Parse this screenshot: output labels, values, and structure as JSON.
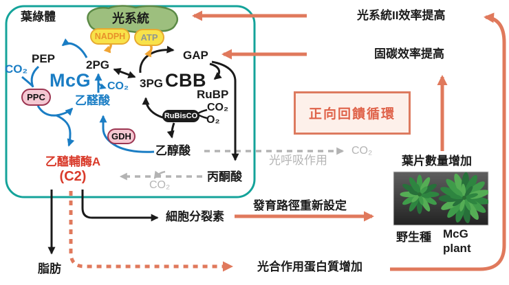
{
  "colors": {
    "teal_border": "#14a39a",
    "blue_cycle": "#1a7dc4",
    "salmon_accent": "#e0795c",
    "red_highlight": "#d93a2a",
    "gray_muted": "#b5b5b5",
    "photosystem_green": "#9dbf7e",
    "energy_yellow": "#f8e24a",
    "orange_arrow": "#f0a433",
    "enzyme_pink": "#f4c8d2"
  },
  "chloroplast": {
    "title": "葉綠體"
  },
  "photosystem": {
    "label": "光系統",
    "nadph": "NADPH",
    "atp": "ATP"
  },
  "mcg": {
    "title": "McG",
    "pep": "PEP",
    "co2_in": "CO₂",
    "ppc": "PPC",
    "p2g": "2PG",
    "co2_out": "CO₂",
    "glyoxylate": "乙醛酸",
    "gdh": "GDH",
    "acetyl_coa": "乙醯輔酶A",
    "c2": "(C2)",
    "fat": "脂肪",
    "cytokinin": "細胞分裂素"
  },
  "cbb": {
    "title": "CBB",
    "p3g": "3PG",
    "gap": "GAP",
    "rubp": "RuBP",
    "co2": "CO₂",
    "o2": "O₂",
    "rubisco": "RuBisCO",
    "glycolate": "乙醇酸",
    "pyruvate": "丙酮酸"
  },
  "photorespiration": {
    "label": "光呼吸作用",
    "co2_right": "CO₂",
    "co2_left": "CO₂"
  },
  "outcomes": {
    "psii_efficiency": "光系統II效率提高",
    "carbon_fixation": "固碳效率提高",
    "feedback_loop": "正向回饋循環",
    "leaf_number": "葉片數量增加",
    "development_reset": "發育路徑重新設定",
    "photosynthetic_protein": "光合作用蛋白質增加"
  },
  "photo": {
    "wild_type": "野生種",
    "mcg_line1": "McG",
    "mcg_line2": "plant"
  }
}
